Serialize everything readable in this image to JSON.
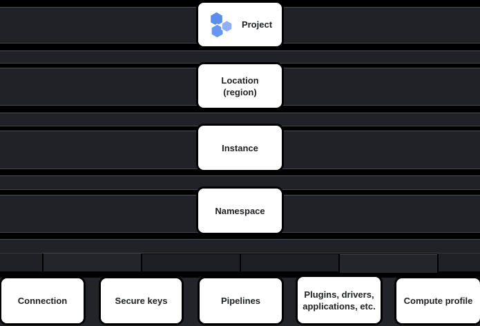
{
  "diagram": {
    "type": "resource-hierarchy",
    "orientation": "top-down",
    "levels": [
      "Project",
      "Location (region)",
      "Instance",
      "Namespace"
    ],
    "leaf_parent": "Namespace"
  },
  "nodes": {
    "project": "Project",
    "location_line1": "Location",
    "location_line2": "(region)",
    "instance": "Instance",
    "namespace": "Namespace",
    "connection": "Connection",
    "secure_keys": "Secure keys",
    "pipelines": "Pipelines",
    "plugins_line1": "Plugins, drivers,",
    "plugins_line2": "applications, etc.",
    "compute_profile": "Compute profile"
  },
  "icons": {
    "project_icon": "hexagon-cluster-icon"
  },
  "colors": {
    "background": "#000000",
    "band_fill": "#202227",
    "band_border": "#4a4d53",
    "card_background": "#ffffff",
    "card_text": "#202124",
    "hexagon_dark_blue": "#5b8def",
    "hexagon_light_blue": "#8fb0f8",
    "hexagon_mid_blue": "#6696f2"
  }
}
